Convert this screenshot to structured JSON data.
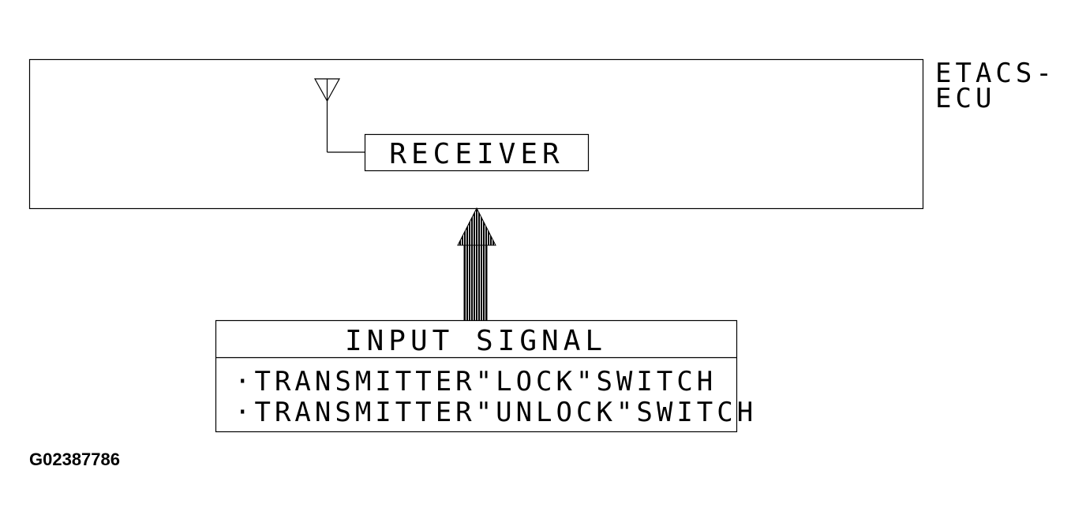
{
  "ecu": {
    "label_line1": "ETACS-",
    "label_line2": "ECU"
  },
  "receiver": {
    "label": "RECEIVER"
  },
  "input_box": {
    "title": "INPUT SIGNAL",
    "items": [
      "·TRANSMITTER\"LOCK\"SWITCH",
      "·TRANSMITTER\"UNLOCK\"SWITCH"
    ]
  },
  "figure_code": "G02387786",
  "colors": {
    "line": "#000000",
    "background": "#ffffff"
  },
  "icons": [
    "antenna-icon",
    "signal-arrow-icon"
  ]
}
